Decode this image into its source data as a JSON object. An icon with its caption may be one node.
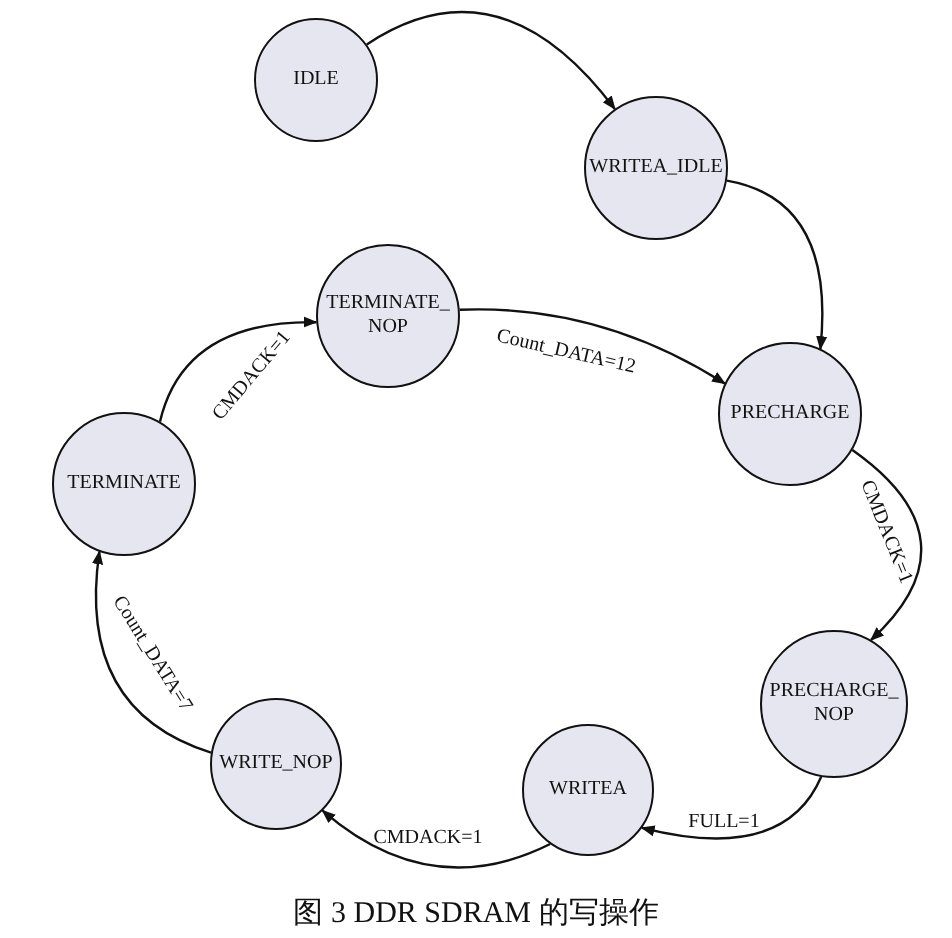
{
  "diagram": {
    "caption": "图 3 DDR SDRAM 的写操作",
    "nodes": [
      {
        "text": [
          "IDLE"
        ]
      },
      {
        "text": [
          "WRITEA_IDLE"
        ]
      },
      {
        "text": [
          "TERMINATE_ NOP"
        ]
      },
      {
        "text": [
          "PRECHARGE"
        ]
      },
      {
        "text": [
          "TERMINATE"
        ]
      },
      {
        "text": [
          "PRECHARGE_ NOP"
        ]
      },
      {
        "text": [
          "WRITE_NOP"
        ]
      },
      {
        "text": [
          "WRITEA"
        ]
      }
    ],
    "edges": [
      {
        "from": 0,
        "to": 1,
        "arrow": "to"
      },
      {
        "from": 1,
        "to": 3,
        "arrow": "to"
      },
      {
        "from": 2,
        "to": 3,
        "arrow": "to",
        "label": "Count_DATA=12"
      },
      {
        "from": 3,
        "to": 5,
        "arrow": "to",
        "label": "CMDACK=1"
      },
      {
        "from": 5,
        "to": 7,
        "arrow": "to",
        "label": "FULL=1"
      },
      {
        "from": 7,
        "to": 6,
        "arrow": "to",
        "label": "CMDACK=1"
      },
      {
        "from": 6,
        "to": 4,
        "arrow": "to",
        "label": "Count_DATA=7"
      },
      {
        "from": 4,
        "to": 2,
        "arrow": "to",
        "label": "CMDACK=1"
      }
    ]
  }
}
